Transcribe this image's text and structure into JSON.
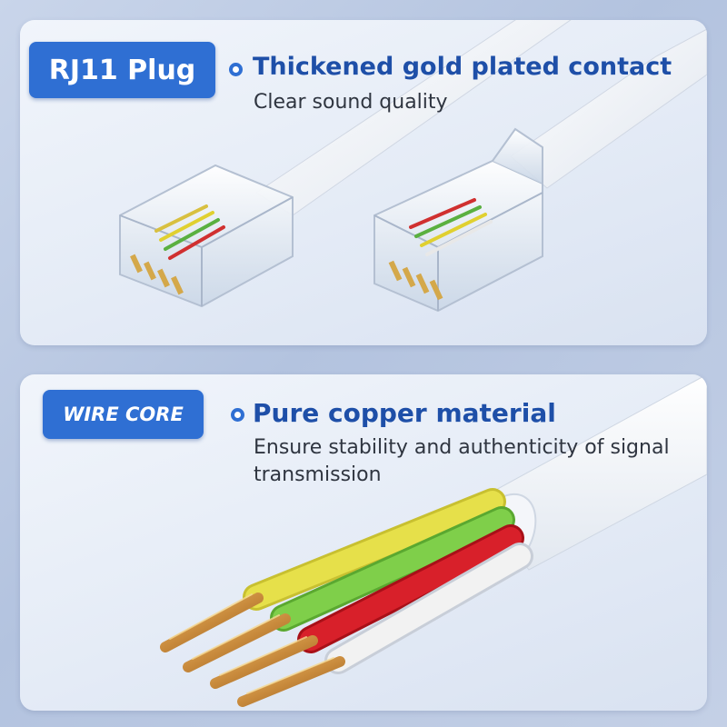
{
  "plug_section": {
    "badge": "RJ11 Plug",
    "headline": "Thickened gold plated contact",
    "subtext": "Clear sound quality"
  },
  "wire_section": {
    "badge": "WIRE CORE",
    "headline": "Pure copper material",
    "subtext": "Ensure stability and authenticity of signal transmission"
  },
  "colors": {
    "accent_blue": "#2f6fd3",
    "headline_blue": "#1e4fa8",
    "wire_yellow": "#e6e04a",
    "wire_green": "#7fcf4a",
    "wire_red": "#d8202a",
    "wire_white": "#f2f2f2",
    "copper": "#c88a3c"
  },
  "icons": [
    "bullet-ring-icon"
  ]
}
